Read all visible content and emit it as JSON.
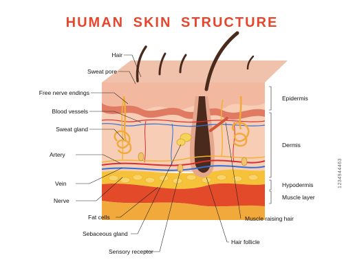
{
  "title": "HUMAN SKIN STRUCTURE",
  "left_labels": [
    "Hair",
    "Sweat pore",
    "Free nerve endings",
    "Blood vessels",
    "Sweat gland",
    "Artery",
    "Vein",
    "Nerve"
  ],
  "bottom_labels": [
    "Fat cells",
    "Sebaceous gland",
    "Sensory receptor",
    "Hair follicle",
    "Muscle raising hair"
  ],
  "layer_labels": [
    "Epidermis",
    "Dermis",
    "Hypodermis",
    "Muscle layer"
  ],
  "credit": "1234944463",
  "colors": {
    "title": "#e8462c",
    "epidermis": "#f3b8a0",
    "dermis": "#f7cdb6",
    "fat": "#f6c23a",
    "muscle": "#e24a2a",
    "hair": "#4a2a1c",
    "artery": "#d62f2f",
    "vein": "#2f6fd6",
    "nerve": "#f2b233"
  }
}
